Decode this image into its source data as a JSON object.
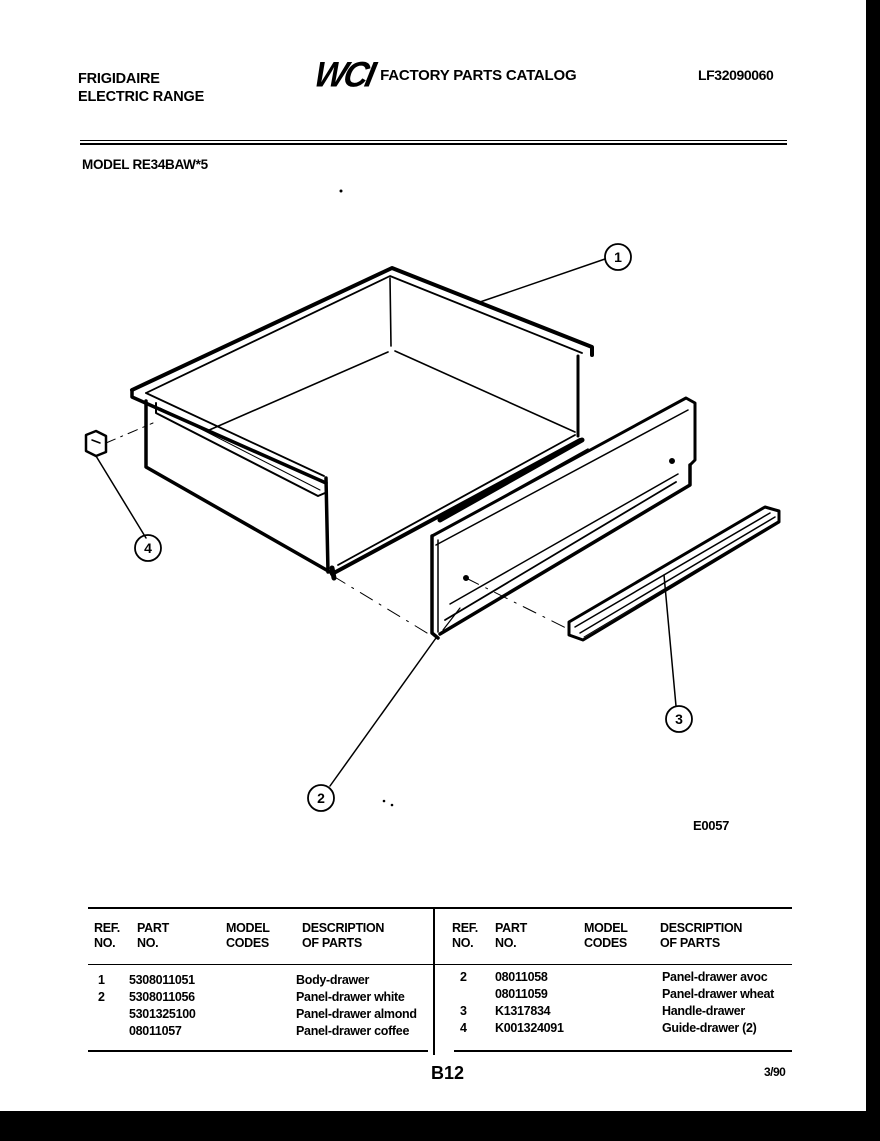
{
  "header": {
    "brand_line1": "FRIGIDAIRE",
    "brand_line2": "ELECTRIC RANGE",
    "logo": "WCI",
    "catalog_title": "FACTORY PARTS CATALOG",
    "catalog_number": "LF32090060",
    "model": "MODEL RE34BAW*5"
  },
  "diagram": {
    "drawing_id": "E0057",
    "callouts": [
      {
        "ref": "1",
        "part": "Body-drawer"
      },
      {
        "ref": "2",
        "part": "Panel-drawer"
      },
      {
        "ref": "3",
        "part": "Handle-drawer"
      },
      {
        "ref": "4",
        "part": "Guide-drawer"
      }
    ]
  },
  "parts_table": {
    "columns": [
      {
        "line1": "REF.",
        "line2": "NO."
      },
      {
        "line1": "PART",
        "line2": "NO."
      },
      {
        "line1": "MODEL",
        "line2": "CODES"
      },
      {
        "line1": "DESCRIPTION",
        "line2": "OF PARTS"
      }
    ],
    "left_rows": [
      {
        "ref": "1",
        "part_no": "5308011051",
        "model_codes": "",
        "description": "Body-drawer"
      },
      {
        "ref": "2",
        "part_no": "5308011056",
        "model_codes": "",
        "description": "Panel-drawer white"
      },
      {
        "ref": "",
        "part_no": "5301325100",
        "model_codes": "",
        "description": "Panel-drawer almond"
      },
      {
        "ref": "",
        "part_no": "08011057",
        "model_codes": "",
        "description": "Panel-drawer coffee"
      }
    ],
    "right_rows": [
      {
        "ref": "2",
        "part_no": "08011058",
        "model_codes": "",
        "description": "Panel-drawer avoc"
      },
      {
        "ref": "",
        "part_no": "08011059",
        "model_codes": "",
        "description": "Panel-drawer wheat"
      },
      {
        "ref": "3",
        "part_no": "K1317834",
        "model_codes": "",
        "description": "Handle-drawer"
      },
      {
        "ref": "4",
        "part_no": "K001324091",
        "model_codes": "",
        "description": "Guide-drawer (2)"
      }
    ]
  },
  "footer": {
    "page_number": "B12",
    "date": "3/90"
  }
}
